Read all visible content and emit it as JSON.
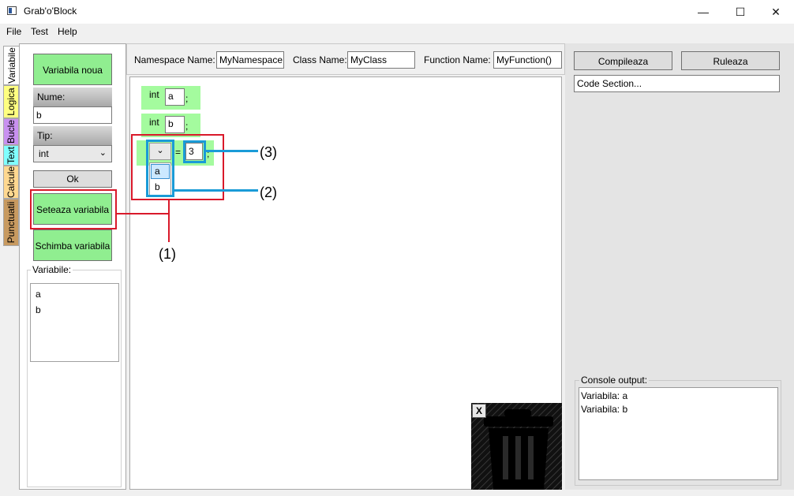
{
  "window": {
    "title": "Grab'o'Block",
    "minimize": "—",
    "maximize": "☐",
    "close": "✕"
  },
  "menu": [
    "File",
    "Test",
    "Help"
  ],
  "side_tabs": [
    {
      "label": "Variabile",
      "color": "#ffffff"
    },
    {
      "label": "Logica",
      "color": "#ffff80"
    },
    {
      "label": "Bucle",
      "color": "#c890f0"
    },
    {
      "label": "Text",
      "color": "#80ffff"
    },
    {
      "label": "Calcule",
      "color": "#ffd890"
    },
    {
      "label": "Punctuatii",
      "color": "#c89a60"
    }
  ],
  "left_panel": {
    "new_var_button": "Variabila noua",
    "name_label": "Nume:",
    "name_value": "b",
    "type_label": "Tip:",
    "type_value": "int",
    "ok_button": "Ok",
    "set_var_button": "Seteaza variabila",
    "change_var_button": "Schimba variabila",
    "vars_group_label": "Variabile:",
    "vars": [
      "a",
      "b"
    ]
  },
  "top_fields": {
    "namespace_label": "Namespace Name:",
    "namespace_value": "MyNamespace",
    "class_label": "Class Name:",
    "class_value": "MyClass",
    "function_label": "Function Name:",
    "function_value": "MyFunction()"
  },
  "blocks": {
    "decl_a": {
      "type": "int",
      "name": "a",
      "semi": ";"
    },
    "decl_b": {
      "type": "int",
      "name": "b",
      "semi": ";"
    },
    "assign": {
      "eq": "=",
      "value": "3",
      "semi": ";",
      "options": [
        "a",
        "b"
      ],
      "chevron": "⌄"
    }
  },
  "annotations": {
    "one": "(1)",
    "two": "(2)",
    "three": "(3)"
  },
  "trash": {
    "close_label": "X"
  },
  "right_panel": {
    "compile_button": "Compileaza",
    "run_button": "Ruleaza",
    "code_section": "Code Section...",
    "console_label": "Console output:",
    "console_lines": [
      "Variabila: a",
      "Variabila: b"
    ]
  }
}
